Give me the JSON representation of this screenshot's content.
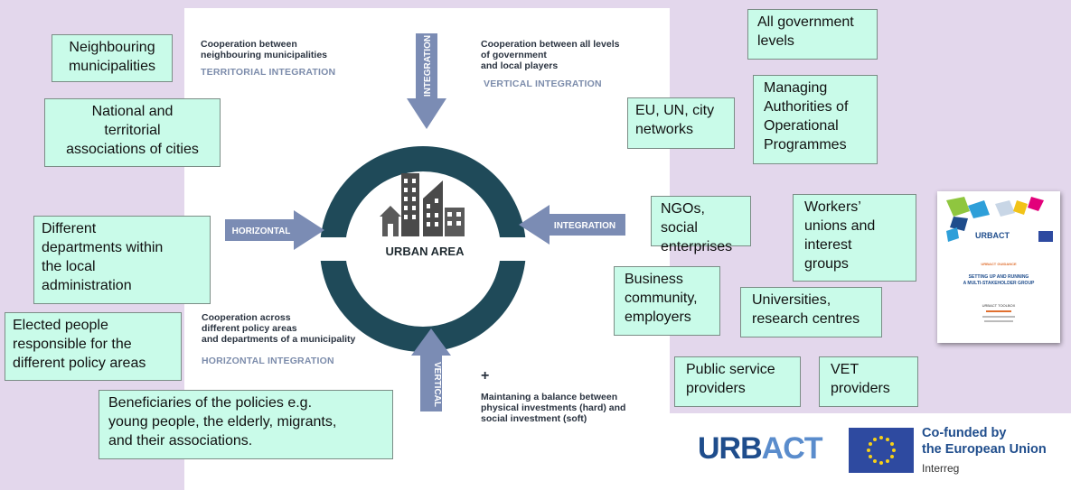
{
  "stakeholders": {
    "neighbouring": "Neighbouring\nmunicipalities",
    "national_assoc": "National and\nterritorial\nassociations of cities",
    "departments": "Different\ndepartments within\nthe local\nadministration",
    "elected": "Elected people\nresponsible for the\ndifferent policy areas",
    "beneficiaries": "Beneficiaries of the policies e.g.\nyoung people, the elderly, migrants,\nand their associations.",
    "all_gov": "All government\nlevels",
    "managing": "Managing\nAuthorities of\nOperational\nProgrammes",
    "eu_un": "EU, UN, city\nnetworks",
    "ngos": "NGOs, social\nenterprises",
    "workers": "Workers’\nunions and\ninterest\ngroups",
    "business": "Business\ncommunity,\nemployers",
    "universities": "Universities,\nresearch centres",
    "public_service": "Public service\nproviders",
    "vet": "VET\nproviders"
  },
  "diagram": {
    "center_label": "URBAN AREA",
    "territorial_desc": "Cooperation between\nneighbouring municipalities",
    "territorial_label": "TERRITORIAL INTEGRATION",
    "vertical_desc": "Cooperation between all levels\nof government\nand local players",
    "vertical_label": "VERTICAL INTEGRATION",
    "horizontal_desc": "Cooperation across\ndifferent policy areas\nand departments of a municipality",
    "horizontal_label": "HORIZONTAL INTEGRATION",
    "plus": "+",
    "balance_desc": "Maintaning a balance between\nphysical investments (hard) and\nsocial investment (soft)",
    "arrow_top": "INTEGRATION",
    "arrow_left": "HORIZONTAL",
    "arrow_right": "INTEGRATION",
    "arrow_bottom": "VERTICAL"
  },
  "colors": {
    "box_fill": "#c9fbe9",
    "ring": "#1f4a59",
    "arrow": "#7b8cb4",
    "background": "#e3d7ec"
  },
  "cover": {
    "brand": "URBACT",
    "subtitle": "URBACT GUIDANCE",
    "title": "SETTING UP AND RUNNING\nA MULTI-STAKEHOLDER GROUP",
    "toolbox": "URBACT TOOLBOX"
  },
  "footer": {
    "urbact_a": "URB",
    "urbact_b": "ACT",
    "cofunded": "Co-funded by\nthe European Union",
    "interreg": "Interreg"
  }
}
